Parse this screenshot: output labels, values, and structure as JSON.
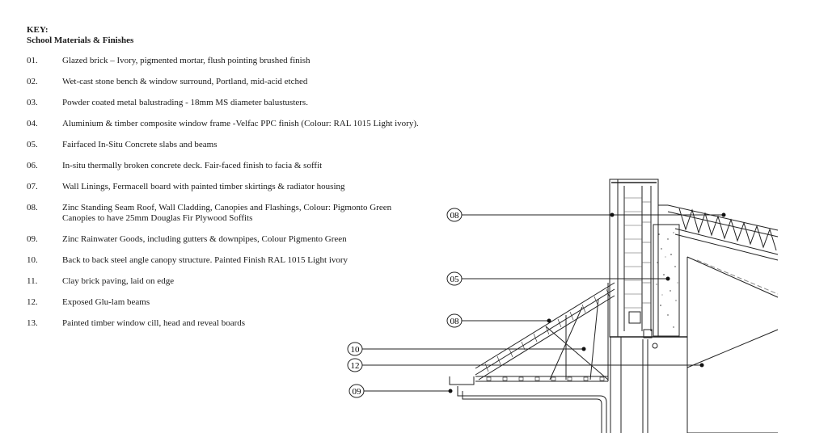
{
  "key": {
    "title": "KEY:",
    "subtitle": "School Materials & Finishes"
  },
  "items": [
    {
      "num": "01.",
      "lines": [
        "Glazed brick – Ivory, pigmented mortar, flush pointing brushed finish"
      ]
    },
    {
      "num": "02.",
      "lines": [
        "Wet-cast stone bench & window surround, Portland, mid-acid etched"
      ]
    },
    {
      "num": "03.",
      "lines": [
        "Powder coated metal balustrading - 18mm MS diameter balustusters."
      ]
    },
    {
      "num": "04.",
      "lines": [
        "Aluminium & timber composite window frame -Velfac PPC finish (Colour: RAL 1015 Light ivory)."
      ]
    },
    {
      "num": "05.",
      "lines": [
        "Fairfaced In-Situ Concrete slabs and beams"
      ]
    },
    {
      "num": "06.",
      "lines": [
        "In-situ thermally broken concrete deck. Fair-faced finish to facia & soffit"
      ]
    },
    {
      "num": "07.",
      "lines": [
        "Wall Linings, Fermacell board with painted timber skirtings & radiator housing"
      ]
    },
    {
      "num": "08.",
      "lines": [
        "Zinc Standing Seam Roof, Wall Cladding, Canopies and Flashings, Colour: Pigmonto Green",
        "Canopies to have 25mm Douglas Fir Plywood Soffits"
      ]
    },
    {
      "num": "09.",
      "lines": [
        "Zinc Rainwater Goods, including gutters & downpipes, Colour Pigmento Green"
      ]
    },
    {
      "num": "10.",
      "lines": [
        "Back to back steel angle canopy structure. Painted Finish RAL 1015 Light ivory"
      ]
    },
    {
      "num": "11.",
      "lines": [
        "Clay brick paving, laid on edge"
      ]
    },
    {
      "num": "12.",
      "lines": [
        "Exposed Glu-lam beams"
      ]
    },
    {
      "num": "13.",
      "lines": [
        "Painted timber window cill, head and reveal boards"
      ]
    }
  ],
  "callouts": [
    "08",
    "05",
    "08",
    "10",
    "12",
    "09"
  ]
}
